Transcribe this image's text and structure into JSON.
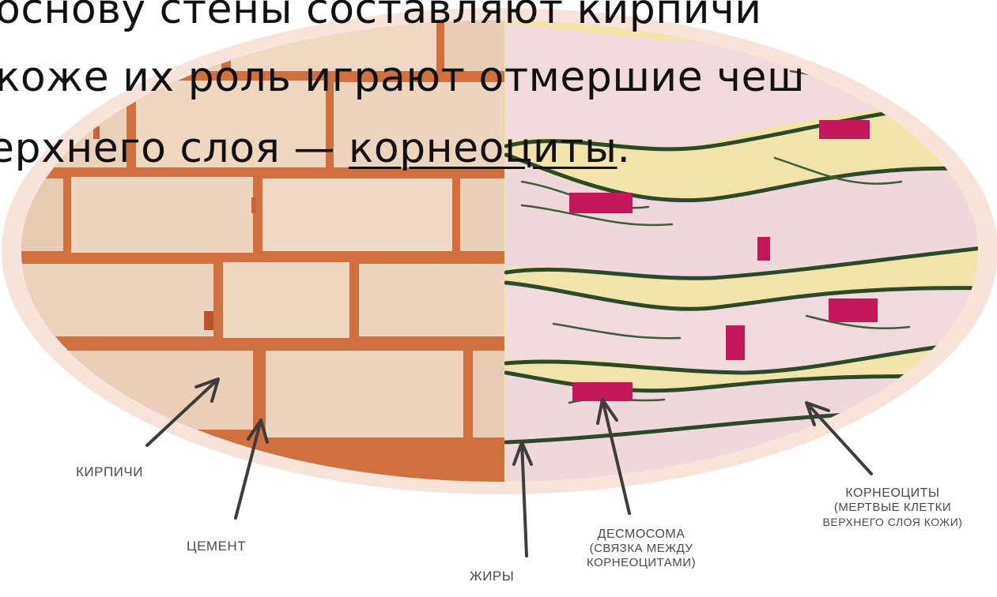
{
  "caption": {
    "line1": "основу стены составляют кирпичи",
    "line2": "коже их роль играют отмершие чеш",
    "line3_pre": "ерхнего слоя — ",
    "line3_link": "корнеоциты",
    "line3_post": "."
  },
  "labels": {
    "bricks": "КИРПИЧИ",
    "cement": "ЦЕМЕНТ",
    "lipids": "ЖИРЫ",
    "desmosome_title": "ДЕСМОСОМА",
    "desmosome_sub1": "(СВЯЗКА МЕЖДУ",
    "desmosome_sub2": "КОРНЕОЦИТАМИ)",
    "corneocytes_title": "КОРНЕОЦИТЫ",
    "corneocytes_sub1": "(МЕРТВЫЕ КЛЕТКИ",
    "corneocytes_sub2": "ВЕРХНЕГО СЛОЯ КОЖИ)"
  },
  "colors": {
    "oval_rim": "#f3dcd3",
    "brick": "#e9cdb4",
    "mortar": "#cf6a3c",
    "cell_fill": "#eed9dc",
    "lipid_fill": "#f1e6a6",
    "lipid_line": "#2c4a2a",
    "desmosome": "#c2185b"
  }
}
